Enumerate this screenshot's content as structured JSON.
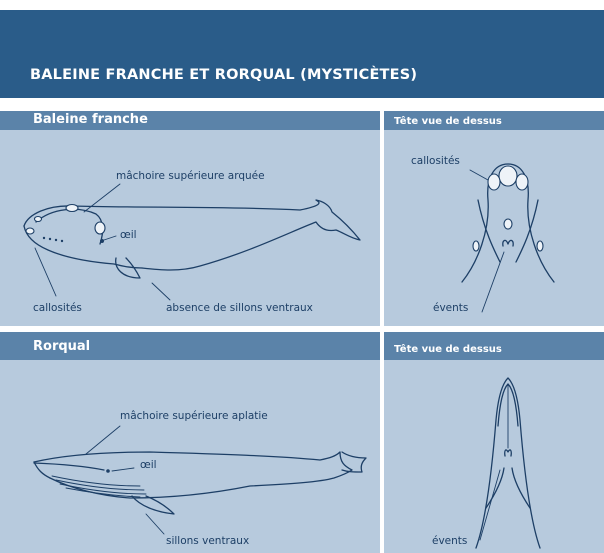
{
  "title": "BALEINE FRANCHE ET RORQUAL (MYSTICÈTES)",
  "sections": [
    {
      "name": "Baleine franche",
      "head_view_title": "Tête vue de dessus",
      "labels": {
        "upper_jaw": "mâchoire supérieure arquée",
        "eye": "œil",
        "callosities": "callosités",
        "no_ventral_grooves": "absence de sillons ventraux",
        "head_callosities": "callosités",
        "blowholes": "évents"
      }
    },
    {
      "name": "Rorqual",
      "head_view_title": "Tête vue de dessus",
      "labels": {
        "upper_jaw": "mâchoire supérieure aplatie",
        "eye": "œil",
        "ventral_grooves": "sillons ventraux",
        "blowholes": "évents"
      }
    }
  ],
  "colors": {
    "header_bg": "#2a5c89",
    "section_bar": "#5b83a9",
    "panel_bg": "#b7cadd",
    "ink": "#1d3f66"
  }
}
